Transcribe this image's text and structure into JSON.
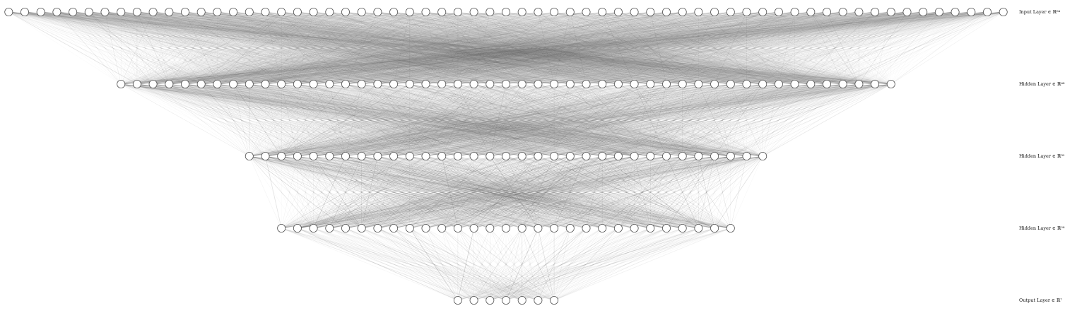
{
  "diagram": {
    "type": "feedforward-neural-network",
    "edge_color": "#555555",
    "node_stroke": "#555555",
    "node_fill": "#ffffff",
    "layers": [
      {
        "label": "Input Layer ∈ ℝ⁶⁴",
        "units": 63
      },
      {
        "label": "Hidden Layer ∈ ℝ⁴⁸",
        "units": 49
      },
      {
        "label": "Hidden Layer ∈ ℝ³²",
        "units": 33
      },
      {
        "label": "Hidden Layer ∈ ℝ²⁸",
        "units": 29
      },
      {
        "label": "Output Layer ∈ ℝ⁷",
        "units": 7
      }
    ]
  }
}
